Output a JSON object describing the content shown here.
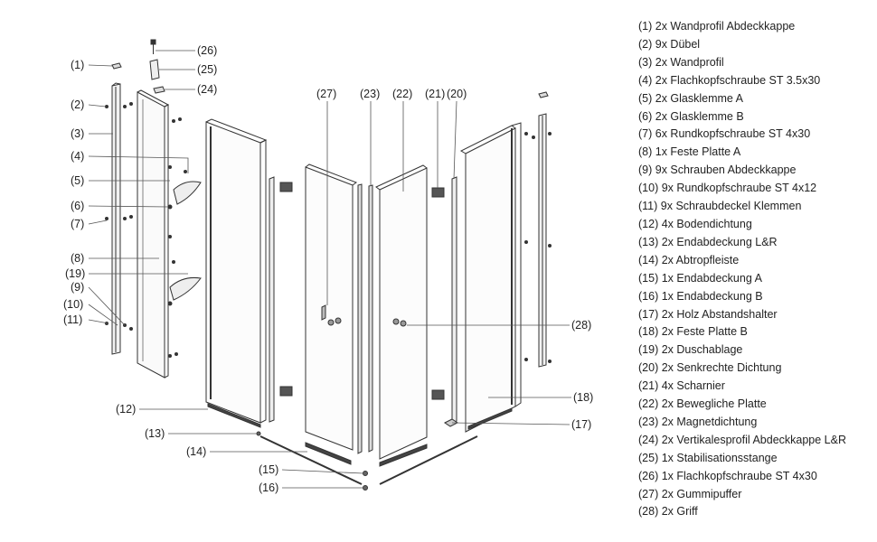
{
  "callouts": [
    "(1)",
    "(2)",
    "(3)",
    "(4)",
    "(5)",
    "(6)",
    "(7)",
    "(8)",
    "(19)",
    "(9)",
    "(10)",
    "(11)",
    "(12)",
    "(13)",
    "(14)",
    "(15)",
    "(16)",
    "(26)",
    "(25)",
    "(24)",
    "(27)",
    "(23)",
    "(22)",
    "(21)",
    "(20)",
    "(28)",
    "(18)",
    "(17)"
  ],
  "legend": [
    "(1) 2x Wandprofil Abdeckkappe",
    "(2) 9x Dübel",
    "(3) 2x Wandprofil",
    "(4) 2x Flachkopfschraube ST 3.5x30",
    "(5) 2x Glasklemme A",
    "(6) 2x Glasklemme B",
    "(7) 6x Rundkopfschraube ST 4x30",
    "(8) 1x Feste Platte A",
    "(9) 9x Schrauben Abdeckkappe",
    "(10) 9x Rundkopfschraube ST 4x12",
    "(11) 9x Schraubdeckel Klemmen",
    "(12) 4x Bodendichtung",
    "(13) 2x Endabdeckung L&R",
    "(14) 2x Abtropfleiste",
    "(15) 1x Endabdeckung A",
    "(16) 1x Endabdeckung B",
    "(17) 2x Holz Abstandshalter",
    "(18) 2x Feste Platte B",
    "(19) 2x Duschablage",
    "(20) 2x Senkrechte Dichtung",
    "(21) 4x Scharnier",
    "(22) 2x Bewegliche Platte",
    "(23) 2x Magnetdichtung",
    "(24) 2x Vertikalesprofil Abdeckkappe L&R",
    "(25) 1x Stabilisationsstange",
    "(26) 1x Flachkopfschraube ST 4x30",
    "(27) 2x Gummipuffer",
    "(28) 2x Griff"
  ]
}
